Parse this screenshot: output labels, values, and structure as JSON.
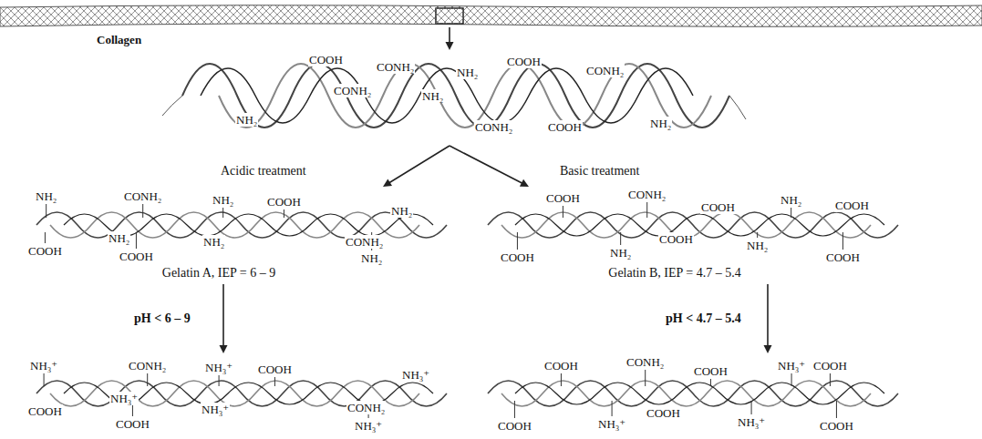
{
  "diagram": {
    "nodes": [
      {
        "text": [
          "Collagen"
        ]
      },
      {
        "text": [
          "COOH",
          "CONH₂",
          "NH₂",
          "COOH",
          "CONH₂",
          "CONH₂",
          "NH₂",
          "NH₂",
          "CONH₂",
          "COOH",
          "NH₂"
        ]
      },
      {
        "text": [
          "NH₂",
          "CONH₂",
          "NH₂",
          "COOH",
          "NH₂",
          "COOH",
          "NH₂",
          "COOH",
          "NH₂",
          "CONH₂",
          "NH₂",
          "Gelatin A, IEP = 6 – 9"
        ]
      },
      {
        "text": [
          "COOH",
          "CONH₂",
          "COOH",
          "NH₂",
          "COOH",
          "COOH",
          "NH₂",
          "COOH",
          "NH₂",
          "COOH",
          "Gelatin B, IEP = 4.7 – 5.4"
        ]
      },
      {
        "text": [
          "NH₃⁺",
          "CONH₂",
          "NH₃⁺",
          "COOH",
          "NH₃⁺",
          "COOH",
          "NH₃⁺",
          "COOH",
          "NH₃⁺",
          "CONH₂",
          "NH₃⁺"
        ]
      },
      {
        "text": [
          "COOH",
          "CONH₂",
          "COOH",
          "NH₃⁺",
          "COOH",
          "COOH",
          "NH₃⁺",
          "COOH",
          "NH₃⁺",
          "COOH"
        ]
      }
    ],
    "edges": [
      {
        "from": 0,
        "to": 1,
        "arrow": "to"
      },
      {
        "from": 1,
        "to": 2,
        "label": "Acidic treatment",
        "arrow": "to"
      },
      {
        "from": 1,
        "to": 3,
        "label": "Basic treatment",
        "arrow": "to"
      },
      {
        "from": 2,
        "to": 4,
        "label": "pH < 6 – 9",
        "arrow": "to"
      },
      {
        "from": 3,
        "to": 5,
        "label": "pH < 4.7 – 5.4",
        "arrow": "to"
      }
    ]
  }
}
